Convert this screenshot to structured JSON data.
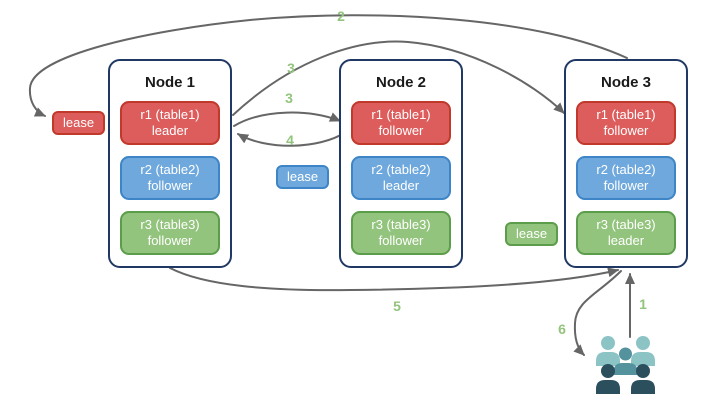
{
  "diagram": {
    "nodes": [
      {
        "title": "Node 1",
        "replicas": [
          {
            "name": "r1 (table1)",
            "role": "leader"
          },
          {
            "name": "r2 (table2)",
            "role": "follower"
          },
          {
            "name": "r3 (table3)",
            "role": "follower"
          }
        ]
      },
      {
        "title": "Node 2",
        "replicas": [
          {
            "name": "r1 (table1)",
            "role": "follower"
          },
          {
            "name": "r2 (table2)",
            "role": "leader"
          },
          {
            "name": "r3 (table3)",
            "role": "follower"
          }
        ]
      },
      {
        "title": "Node 3",
        "replicas": [
          {
            "name": "r1 (table1)",
            "role": "follower"
          },
          {
            "name": "r2 (table2)",
            "role": "follower"
          },
          {
            "name": "r3 (table3)",
            "role": "leader"
          }
        ]
      }
    ],
    "leases": {
      "red": "lease",
      "blue": "lease",
      "green": "lease"
    },
    "step_numbers": {
      "client_to_node3": "1",
      "node3_to_lease": "2",
      "leader_to_node2": "3",
      "leader_to_node3": "3",
      "node2_to_leader": "4",
      "node1_to_node3": "5",
      "node3_to_client": "6"
    },
    "icons": {
      "users_group": "users-group-icon"
    },
    "colors": {
      "node_border": "#1f3864",
      "red_fill": "#dd5c5c",
      "red_border": "#c0392b",
      "blue_fill": "#6fa8dc",
      "blue_border": "#3d85c6",
      "green_fill": "#93c47d",
      "green_border": "#5b9d4a",
      "arrow": "#666666",
      "step_label": "#93c47d",
      "people_light": "#8cc4c6",
      "people_mid": "#54939d",
      "people_dark": "#2c4f5e"
    }
  }
}
